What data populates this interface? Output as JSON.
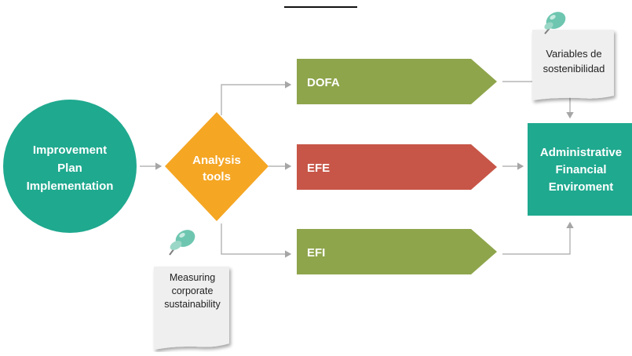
{
  "colors": {
    "teal": "#1fa98f",
    "orange": "#f5a623",
    "green": "#8ea54b",
    "red": "#c75648",
    "connector": "#a6a6a6",
    "note": "#efefef",
    "pin": "#6ec6b0"
  },
  "diagram": {
    "start": {
      "label_lines": [
        "Improvement",
        "Plan",
        "Implementation"
      ]
    },
    "decision": {
      "label_lines": [
        "Analysis",
        "tools"
      ]
    },
    "tools": [
      {
        "label": "DOFA"
      },
      {
        "label": "EFE"
      },
      {
        "label": "EFI"
      }
    ],
    "result": {
      "label_lines": [
        "Administrative",
        "Financial",
        "Enviroment"
      ]
    },
    "notes": {
      "top": {
        "lines": [
          "Variables de",
          "sostenibilidad"
        ],
        "icon": "pushpin-icon"
      },
      "bottom": {
        "lines": [
          "Measuring",
          "corporate",
          "sustainability"
        ],
        "icon": "pushpin-icon"
      }
    }
  }
}
